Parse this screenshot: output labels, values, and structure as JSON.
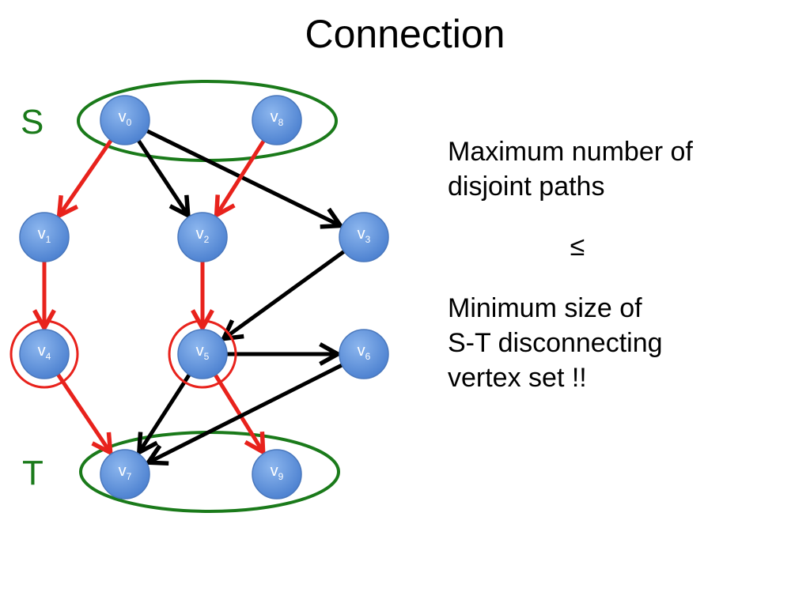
{
  "title": "Connection",
  "set_s_label": "S",
  "set_t_label": "T",
  "nodes": [
    {
      "id": "v0",
      "letter": "v",
      "index": "0"
    },
    {
      "id": "v8",
      "letter": "v",
      "index": "8"
    },
    {
      "id": "v1",
      "letter": "v",
      "index": "1"
    },
    {
      "id": "v2",
      "letter": "v",
      "index": "2"
    },
    {
      "id": "v3",
      "letter": "v",
      "index": "3"
    },
    {
      "id": "v4",
      "letter": "v",
      "index": "4"
    },
    {
      "id": "v5",
      "letter": "v",
      "index": "5"
    },
    {
      "id": "v6",
      "letter": "v",
      "index": "6"
    },
    {
      "id": "v7",
      "letter": "v",
      "index": "7"
    },
    {
      "id": "v9",
      "letter": "v",
      "index": "9"
    }
  ],
  "edges": [
    {
      "from": "v0",
      "to": "v1",
      "path": "disjoint"
    },
    {
      "from": "v0",
      "to": "v2",
      "path": "other"
    },
    {
      "from": "v0",
      "to": "v3",
      "path": "other"
    },
    {
      "from": "v8",
      "to": "v2",
      "path": "disjoint"
    },
    {
      "from": "v1",
      "to": "v4",
      "path": "disjoint"
    },
    {
      "from": "v2",
      "to": "v5",
      "path": "disjoint"
    },
    {
      "from": "v3",
      "to": "v5",
      "path": "other"
    },
    {
      "from": "v5",
      "to": "v6",
      "path": "other"
    },
    {
      "from": "v4",
      "to": "v7",
      "path": "disjoint"
    },
    {
      "from": "v5",
      "to": "v9",
      "path": "disjoint"
    },
    {
      "from": "v5",
      "to": "v7",
      "path": "other"
    },
    {
      "from": "v6",
      "to": "v7",
      "path": "other"
    }
  ],
  "disconnecting_set": [
    "v4",
    "v5"
  ],
  "claim": {
    "top_line1": "Maximum number of",
    "top_line2": "disjoint paths",
    "relation": "≤",
    "bottom_line1": "Minimum size of",
    "bottom_line2": "S-T disconnecting",
    "bottom_line3": "vertex set !!"
  },
  "colors": {
    "node_fill": "#5b8fd8",
    "node_stroke": "#4a78bd",
    "set_ellipse": "#1a7a1a",
    "set_label": "#1a7a1a",
    "disjoint_edge": "#e8221c",
    "other_edge": "#000000",
    "cut_circle": "#e8221c"
  }
}
